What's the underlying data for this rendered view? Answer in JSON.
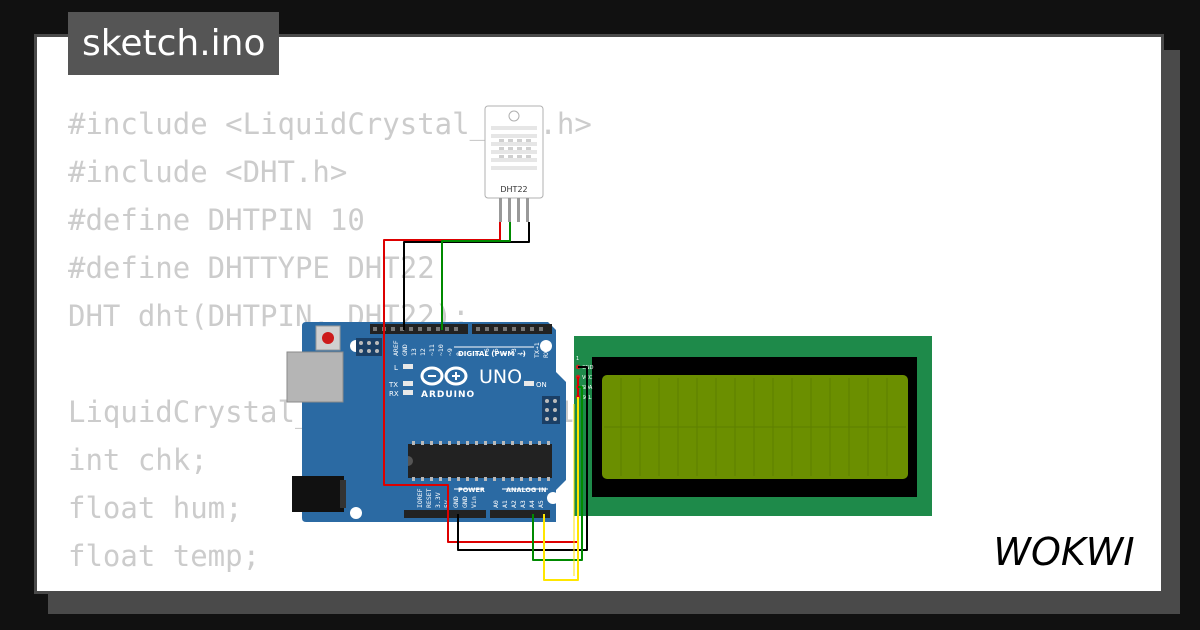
{
  "editor": {
    "filename": "sketch.ino",
    "code_lines": [
      "#include <LiquidCrystal_I2C.h>",
      "#include <DHT.h>",
      "#define DHTPIN 10",
      "#define DHTTYPE DHT22",
      "DHT dht(DHTPIN, DHT22);",
      "",
      "LiquidCrystal_I2C lcd(0x27, 16, 2);",
      "int chk;",
      "float hum;",
      "float temp;"
    ]
  },
  "sensor": {
    "label": "DHT22"
  },
  "arduino": {
    "model": "UNO",
    "brand": "ARDUINO",
    "digital_label": "DIGITAL (PWM ~)",
    "power_label": "POWER",
    "analog_label": "ANALOG IN",
    "led_l": "L",
    "led_tx": "TX",
    "led_rx": "RX",
    "led_on": "ON",
    "top_pins": [
      "AREF",
      "GND",
      "13",
      "12",
      "~11",
      "~10",
      "~9",
      "8",
      "7",
      "~6",
      "~5",
      "4",
      "~3",
      "2",
      "TX→1",
      "RX←0"
    ],
    "bottom_power_pins": [
      "IOREF",
      "RESET",
      "3.3V",
      "5V",
      "GND",
      "GND",
      "Vin"
    ],
    "bottom_analog_pins": [
      "A0",
      "A1",
      "A2",
      "A3",
      "A4",
      "A5"
    ]
  },
  "lcd": {
    "pins": [
      "GND",
      "VCC",
      "SDA",
      "SCL"
    ],
    "pin1_marker": "1"
  },
  "brand": {
    "logo_text": "WOKWI"
  },
  "colors": {
    "background": "#111111",
    "card": "#ffffff",
    "code_text": "#cccccc",
    "arduino_board": "#2b6aa3",
    "lcd_pcb": "#1e8a4a",
    "lcd_screen": "#6b8f00",
    "wire_red": "#dd0000",
    "wire_black": "#000000",
    "wire_green": "#008a00",
    "wire_yellow": "#ffe600"
  }
}
